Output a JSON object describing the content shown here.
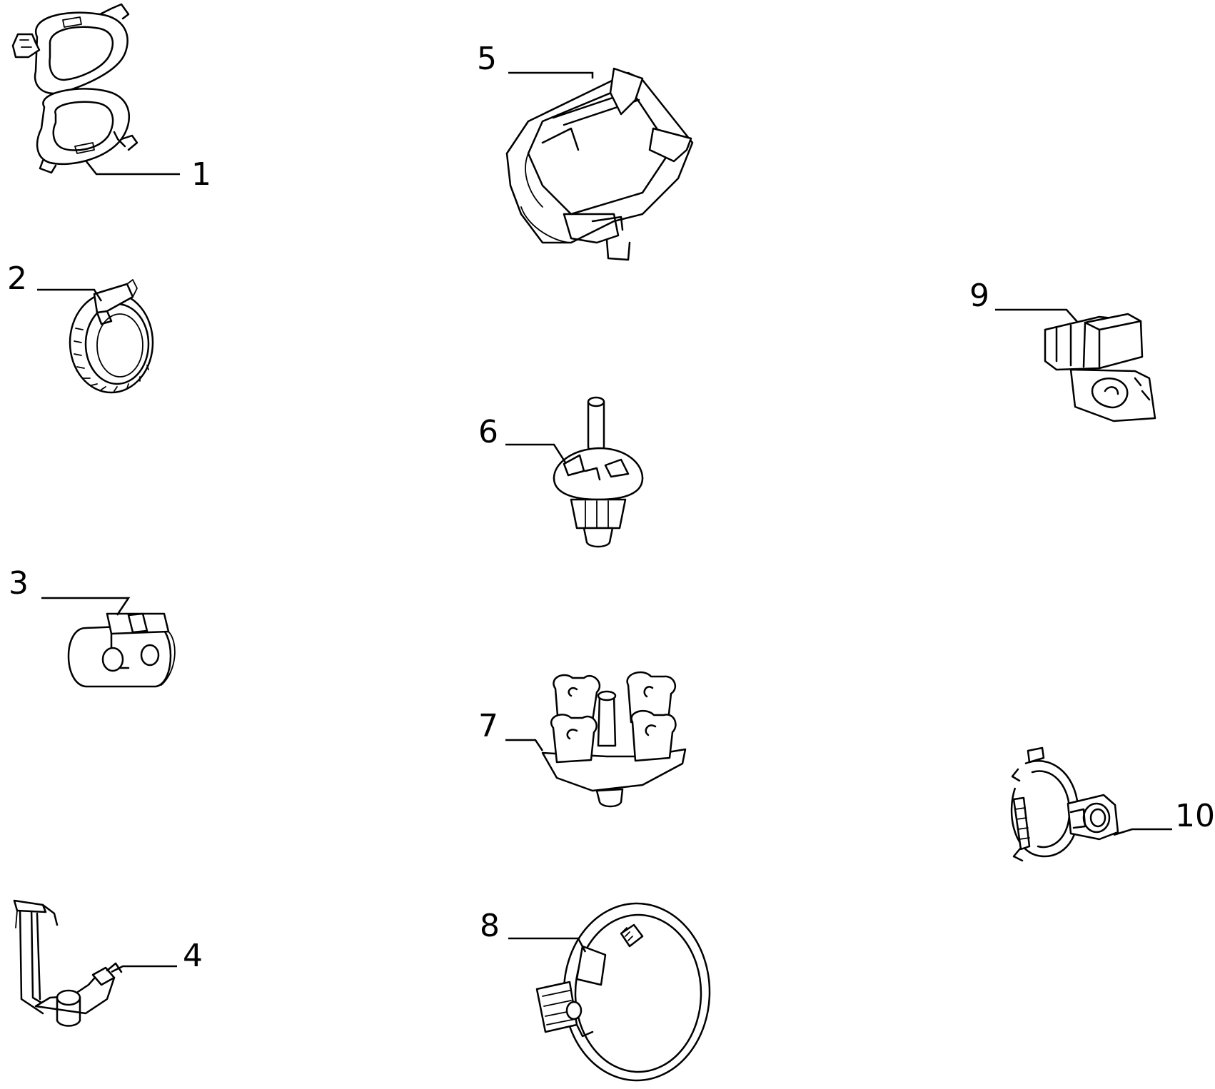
{
  "callouts": {
    "c1": "1",
    "c2": "2",
    "c3": "3",
    "c4": "4",
    "c5": "5",
    "c6": "6",
    "c7": "7",
    "c8": "8",
    "c9": "9",
    "c10": "10"
  },
  "icons": {
    "part-1": "double-loop-hose-clip-icon",
    "part-2": "worm-drive-hose-clamp-icon",
    "part-3": "twin-pipe-holder-icon",
    "part-4": "wire-bracket-clip-icon",
    "part-5": "cable-tray-clip-icon",
    "part-6": "push-in-stud-clip-icon",
    "part-7": "multi-pipe-holder-icon",
    "part-8": "large-band-clamp-icon",
    "part-9": "pipe-bracket-clip-icon",
    "part-10": "band-clamp-with-holder-icon"
  }
}
